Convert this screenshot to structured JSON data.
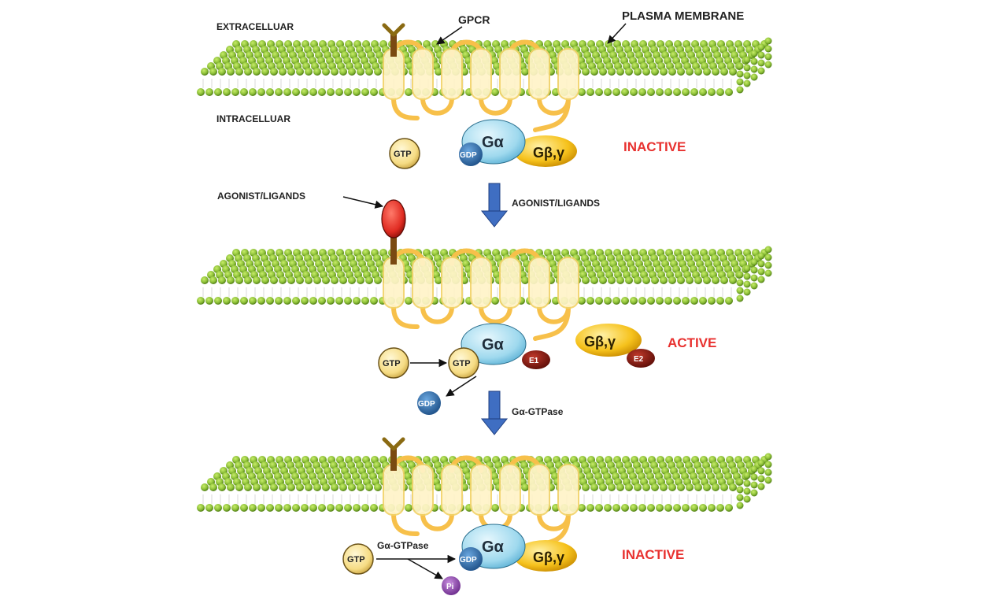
{
  "labels": {
    "extracellular": "EXTRACELLUAR",
    "intracellular": "INTRACELLUAR",
    "gpcr": "GPCR",
    "plasma_membrane": "PLASMA MEMBRANE",
    "agonist_left": "AGONIST/LIGANDS",
    "agonist_arrow": "AGONIST/LIGANDS",
    "gtpase_arrow": "Gα-GTPase",
    "gtpase_inline": "Gα-GTPase"
  },
  "states": {
    "panel1": "INACTIVE",
    "panel2": "ACTIVE",
    "panel3": "INACTIVE"
  },
  "molecules": {
    "g_alpha": "Gα",
    "g_beta_gamma": "Gβ,γ",
    "gdp": "GDP",
    "gtp": "GTP",
    "effector1": "E1",
    "effector2": "E2",
    "pi": "Pi"
  },
  "colors": {
    "membrane_head": "#8fc23a",
    "membrane_head_dark": "#4f7d14",
    "membrane_tail": "#ffffff",
    "receptor": "#f7c04a",
    "receptor_light": "#fff4c8",
    "g_alpha": "#9fd9ee",
    "g_beta_gamma": "#f6c21c",
    "gdp": "#2d6fb0",
    "gtp": "#f6dc84",
    "effector": "#8b1a12",
    "pi": "#8e44ad",
    "ligand": "#e02c22",
    "state_text": "#e8312f",
    "arrow_blue": "#3f6ec2"
  }
}
